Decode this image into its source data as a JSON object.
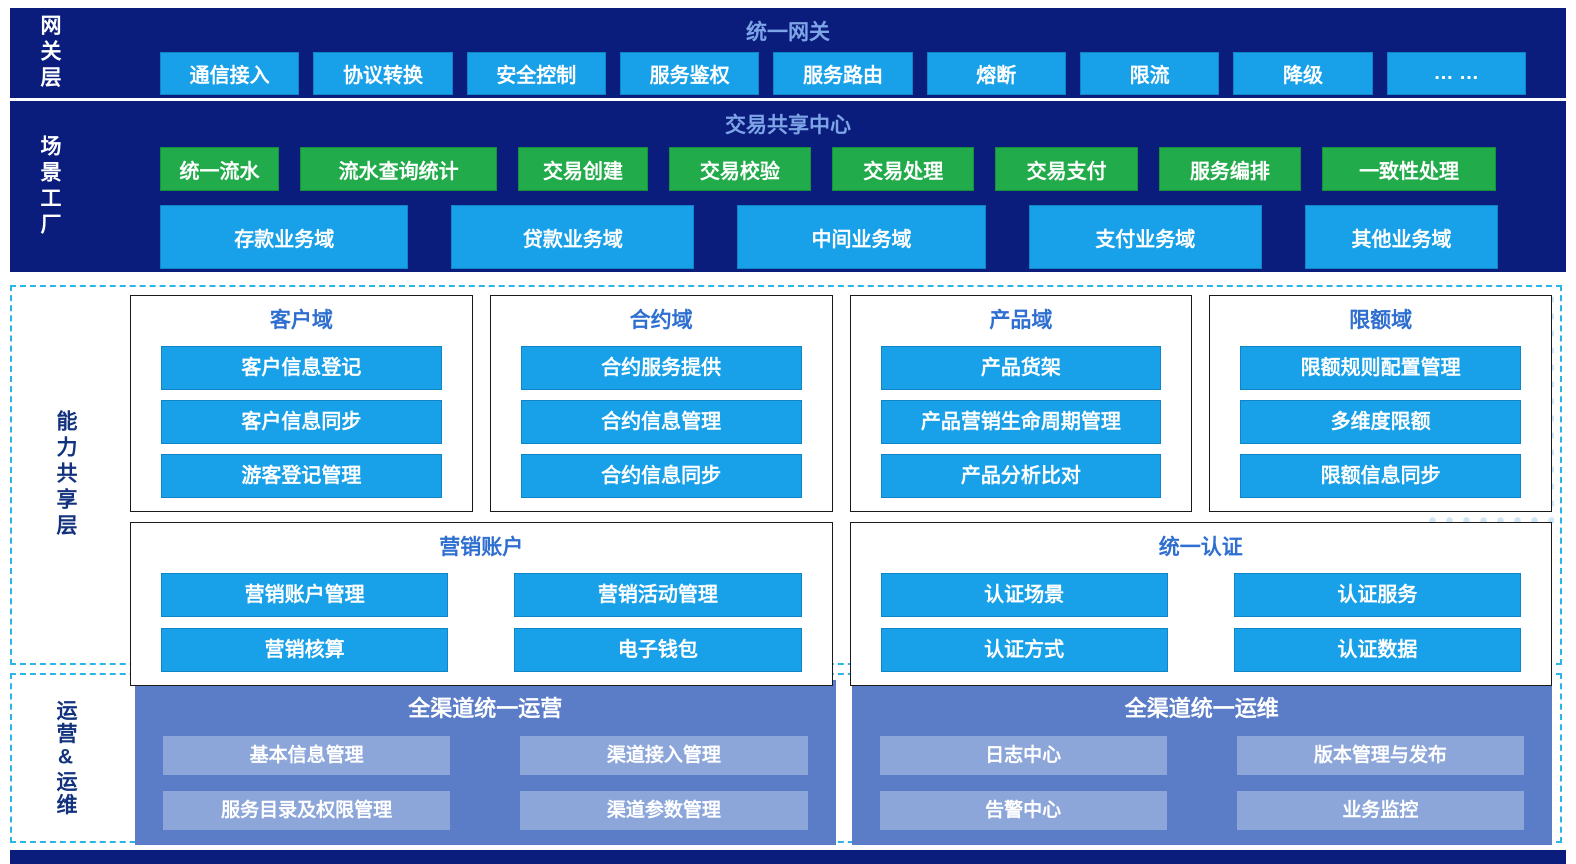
{
  "gateway": {
    "layer_label": "网关层",
    "title": "统一网关",
    "items": [
      "通信接入",
      "协议转换",
      "安全控制",
      "服务鉴权",
      "服务路由",
      "熔断",
      "限流",
      "降级",
      "… …"
    ]
  },
  "scenario": {
    "layer_label": "场景工厂",
    "title": "交易共享中心",
    "services": [
      "统一流水",
      "流水查询统计",
      "交易创建",
      "交易校验",
      "交易处理",
      "交易支付",
      "服务编排",
      "一致性处理"
    ],
    "domains": [
      "存款业务域",
      "贷款业务域",
      "中间业务域",
      "支付业务域",
      "其他业务域"
    ]
  },
  "capability": {
    "layer_label": "能力共享层",
    "row1": [
      {
        "title": "客户域",
        "items": [
          "客户信息登记",
          "客户信息同步",
          "游客登记管理"
        ]
      },
      {
        "title": "合约域",
        "items": [
          "合约服务提供",
          "合约信息管理",
          "合约信息同步"
        ]
      },
      {
        "title": "产品域",
        "items": [
          "产品货架",
          "产品营销生命周期管理",
          "产品分析比对"
        ]
      },
      {
        "title": "限额域",
        "items": [
          "限额规则配置管理",
          "多维度限额",
          "限额信息同步"
        ]
      }
    ],
    "row2": [
      {
        "title": "营销账户",
        "items": [
          "营销账户管理",
          "营销活动管理",
          "营销核算",
          "电子钱包"
        ]
      },
      {
        "title": "统一认证",
        "items": [
          "认证场景",
          "认证服务",
          "认证方式",
          "认证数据"
        ]
      }
    ]
  },
  "operations": {
    "layer_label": "运营&运维",
    "panels": [
      {
        "title": "全渠道统一运营",
        "items": [
          "基本信息管理",
          "渠道接入管理",
          "服务目录及权限管理",
          "渠道参数管理"
        ]
      },
      {
        "title": "全渠道统一运维",
        "items": [
          "日志中心",
          "版本管理与发布",
          "告警中心",
          "业务监控"
        ]
      }
    ]
  },
  "colors": {
    "navy": "#0a1d7d",
    "bright_blue": "#18a0e8",
    "green": "#21ab4a",
    "panel_blue": "#5b7dc8",
    "panel_item_blue": "#8ca6da",
    "dashed_border": "#2ab4e8",
    "band_title_text": "#7da4e6",
    "group_title_text": "#2f6fd0"
  }
}
